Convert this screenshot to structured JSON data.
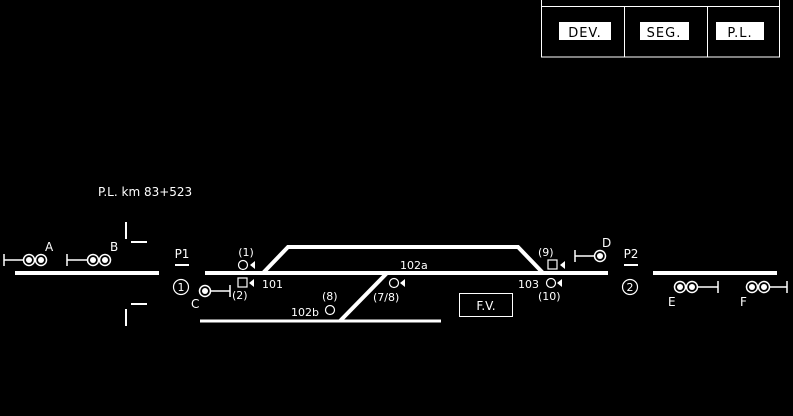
{
  "legend": {
    "dev": "DEV.",
    "seg": "SEG.",
    "pl": "P.L."
  },
  "crossing_label": "P.L. km 83+523",
  "signals": {
    "a": "A",
    "b": "B",
    "c": "C",
    "d": "D",
    "e": "E",
    "f": "F"
  },
  "points": {
    "p1": "P1",
    "p2": "P2",
    "n1": "1",
    "n2": "2"
  },
  "levers": {
    "l1": "(1)",
    "l2": "(2)",
    "l8": "(8)",
    "l78": "(7/8)",
    "l9": "(9)",
    "l10": "(10)"
  },
  "tracks": {
    "t101": "101",
    "t102a": "102a",
    "t102b": "102b",
    "t103": "103"
  },
  "fv_label": "F.V.",
  "colors": {
    "background": "#000000",
    "line": "#ffffff"
  }
}
